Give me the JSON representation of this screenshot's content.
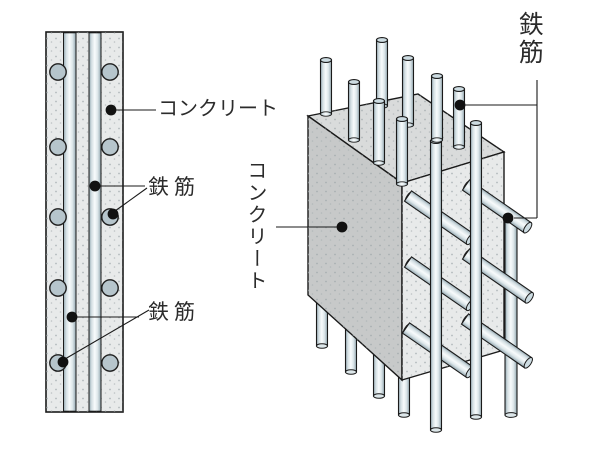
{
  "figure": {
    "left_panel": {
      "label_concrete": "コンクリート",
      "label_rebar_upper": "鉄筋",
      "label_rebar_lower": "鉄筋"
    },
    "right_panel": {
      "label_concrete": "コンクリート",
      "label_rebar": "鉄筋"
    }
  },
  "colors": {
    "background": "#ffffff",
    "outline": "#1a1a1a",
    "concrete_light": "#e8eaea",
    "concrete_top": "#d9dbdb",
    "concrete_side": "#c7c9c9",
    "rebar_cap": "#cddce2",
    "rebar_circle": "#b6c5cc",
    "marker_dot": "#111111"
  }
}
